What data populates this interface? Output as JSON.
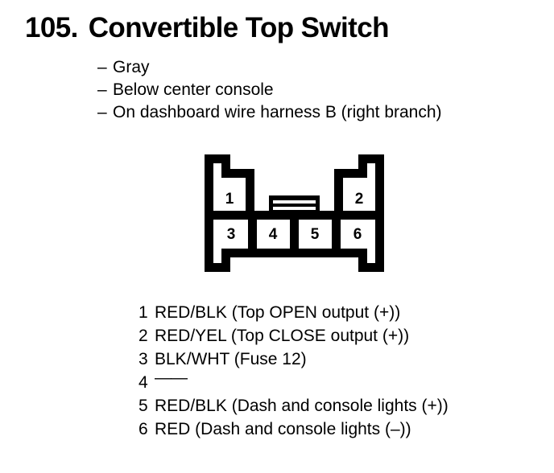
{
  "header": {
    "number": "105.",
    "title": "Convertible Top Switch"
  },
  "specs": [
    {
      "dash": "–",
      "text": "Gray"
    },
    {
      "dash": "–",
      "text": "Below center console"
    },
    {
      "dash": "–",
      "text": "On dashboard wire harness B (right branch)"
    }
  ],
  "connector": {
    "name": "6-pin connector",
    "top_row": [
      "1",
      "2"
    ],
    "bottom_row": [
      "3",
      "4",
      "5",
      "6"
    ],
    "latch": "center-latch-tab",
    "line_color": "#000000",
    "fill_color": "#ffffff"
  },
  "pins": [
    {
      "number": "1",
      "desc": "RED/BLK (Top OPEN output (+))"
    },
    {
      "number": "2",
      "desc": "RED/YEL (Top CLOSE output (+))"
    },
    {
      "number": "3",
      "desc": "BLK/WHT (Fuse 12)"
    },
    {
      "number": "4",
      "desc": "——"
    },
    {
      "number": "5",
      "desc": "RED/BLK (Dash and console lights (+))"
    },
    {
      "number": "6",
      "desc": "RED (Dash and console lights (–))"
    }
  ]
}
